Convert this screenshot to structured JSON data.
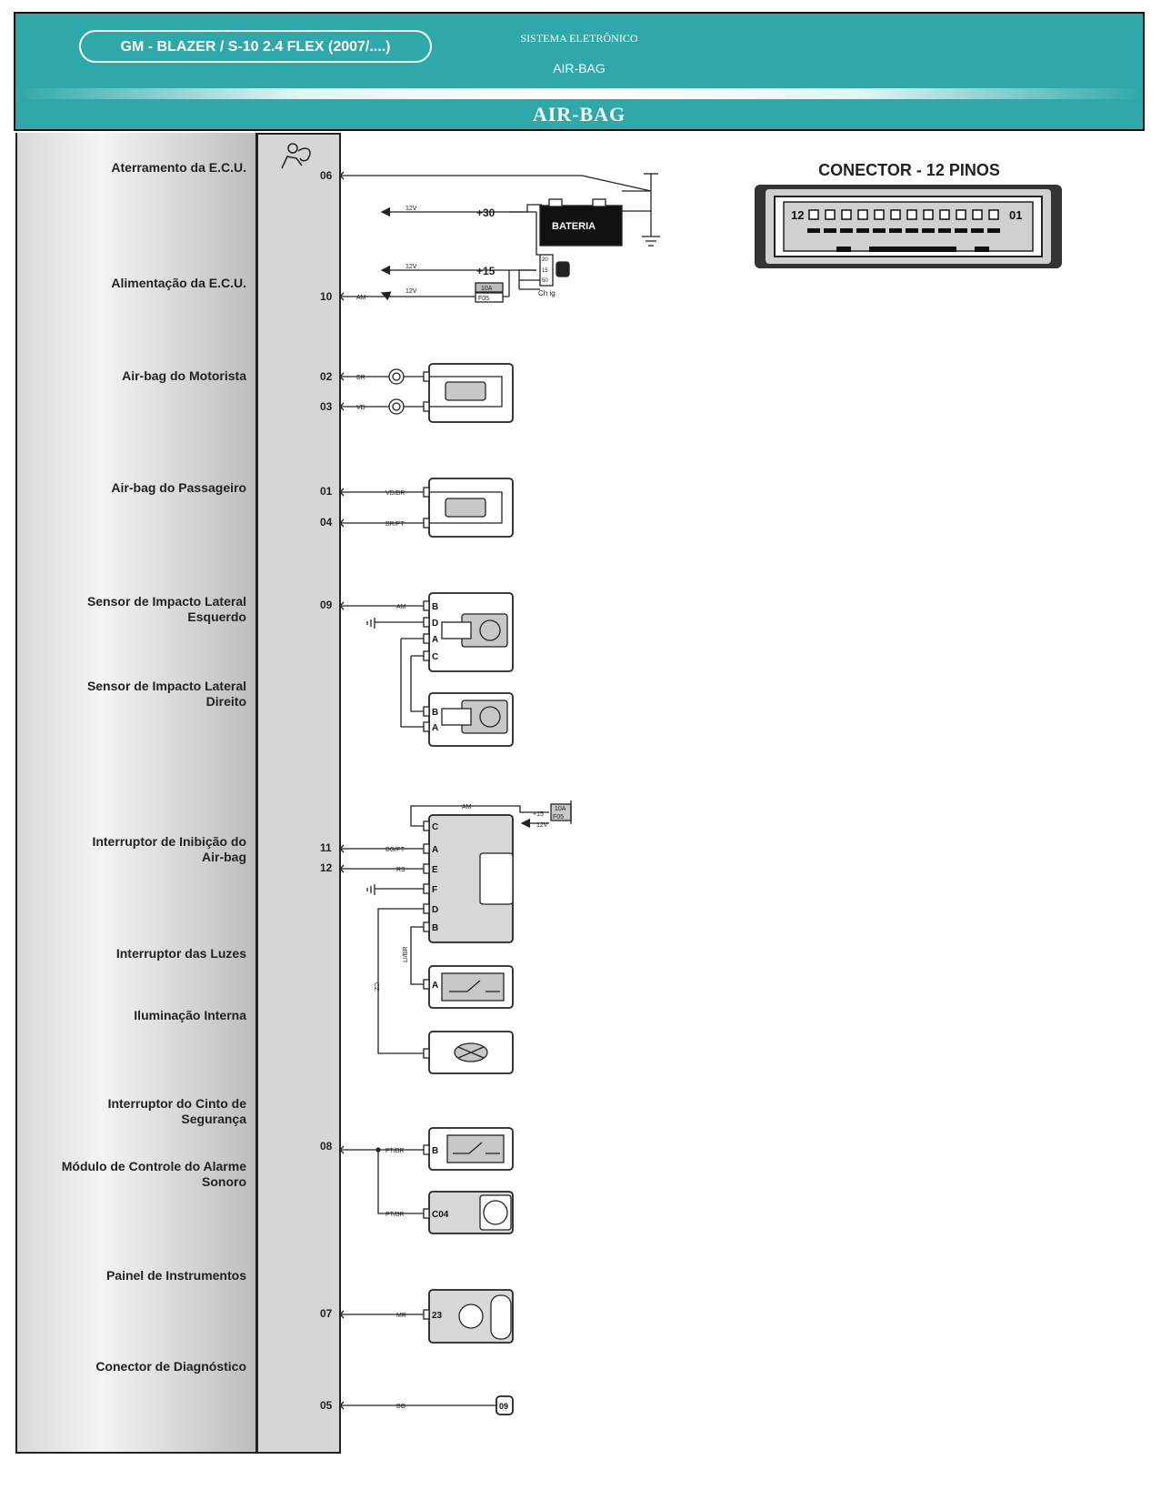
{
  "header": {
    "model": "GM - BLAZER / S-10 2.4 FLEX (2007/....)",
    "system_label": "SISTEMA ELETRÔNICO",
    "system_sub": "AIR-BAG",
    "band_title": "AIR-BAG"
  },
  "components": [
    {
      "label": "Aterramento da E.C.U."
    },
    {
      "label": "Alimentação da E.C.U."
    },
    {
      "label": "Air-bag do Motorista"
    },
    {
      "label": "Air-bag do Passageiro"
    },
    {
      "label": "Sensor de Impacto Lateral\nEsquerdo"
    },
    {
      "label": "Sensor de Impacto Lateral\nDireito"
    },
    {
      "label": "Interruptor de Inibição do\nAir-bag"
    },
    {
      "label": "Interruptor das Luzes"
    },
    {
      "label": "Iluminação Interna"
    },
    {
      "label": "Interruptor do Cinto de\nSegurança"
    },
    {
      "label": "Módulo de Controle do Alarme\nSonoro"
    },
    {
      "label": "Painel de Instrumentos"
    },
    {
      "label": "Conector de Diagnóstico"
    }
  ],
  "ecu_pins": [
    "06",
    "10",
    "02",
    "03",
    "01",
    "04",
    "09",
    "11",
    "12",
    "08",
    "07",
    "05"
  ],
  "wire_colors": {
    "pin10": "AM",
    "pin02": "BR",
    "pin03": "VD",
    "pin01": "VD/BR",
    "pin04": "BR/PT",
    "pin09": "AM",
    "pin11": "BG/PT",
    "pin12": "RS",
    "inhibit_feed": "AM",
    "inhibit_b": "LI/BR",
    "lights_return": "CZ",
    "pin08_a": "PT/BR",
    "pin08_b": "PT/BR",
    "pin07": "MR",
    "pin05": "BG"
  },
  "power": {
    "plus30": "+30",
    "plus15": "+15",
    "v12": "12V",
    "battery": "BATERIA",
    "fuse_rating": "10A",
    "fuse_id": "F05",
    "ignition": "Ch ig",
    "ignition_pins": [
      "20",
      "15",
      "50"
    ],
    "inhibit_supply": "+15"
  },
  "sensor_pins": {
    "left": [
      "B",
      "D",
      "A",
      "C"
    ],
    "right": [
      "B",
      "A"
    ]
  },
  "inhibit_pins": [
    "C",
    "A",
    "E",
    "F",
    "D",
    "B"
  ],
  "lights_pin": "A",
  "belt_pin": "B",
  "alarm_pin": "C04",
  "cluster_pin": "23",
  "diag_pin": "09",
  "connector": {
    "title": "CONECTOR - 12 PINOS",
    "first_pin": "12",
    "last_pin": "01",
    "pin_count": 12
  },
  "colors": {
    "header": "#2ea8a8",
    "column": "#d6d6d6",
    "component_fill": "#d0d0d0"
  }
}
